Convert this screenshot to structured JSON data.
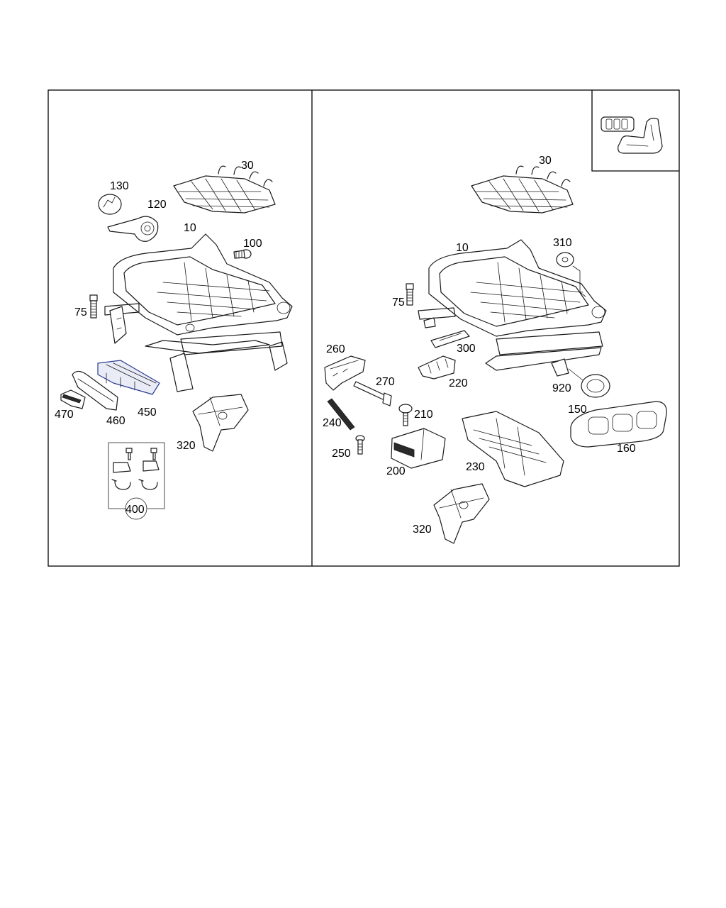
{
  "diagram": {
    "left_panel": {
      "callouts": [
        "30",
        "130",
        "120",
        "10",
        "100",
        "75",
        "470",
        "460",
        "450",
        "320",
        "400"
      ]
    },
    "right_panel": {
      "callouts": [
        "30",
        "10",
        "310",
        "75",
        "260",
        "300",
        "270",
        "220",
        "920",
        "210",
        "150",
        "240",
        "250",
        "200",
        "230",
        "160",
        "320"
      ]
    },
    "colors": {
      "line": "#1a1a1a",
      "accent": "#2a3b8f",
      "frame": "#000000"
    }
  }
}
